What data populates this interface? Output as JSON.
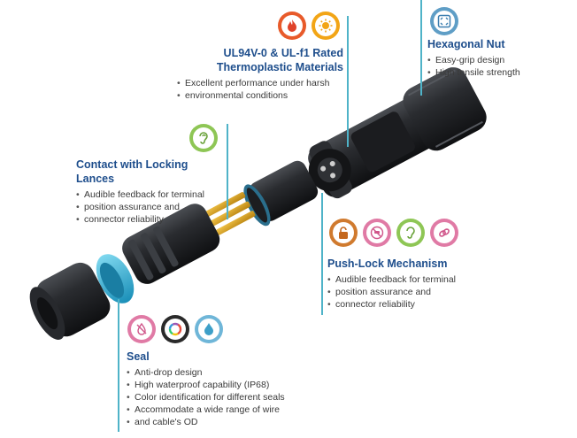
{
  "features": {
    "materials": {
      "title_line1": "UL94V-0 & UL-f1 Rated",
      "title_line2": "Thermoplastic Materials",
      "bullets": [
        "Excellent performance under harsh",
        "environmental conditions"
      ],
      "icons": [
        "flame-icon",
        "sun-icon"
      ]
    },
    "hex_nut": {
      "title": "Hexagonal Nut",
      "bullets": [
        "Easy-grip design",
        "High tensile strength"
      ],
      "icons": [
        "hexagon-nut-icon"
      ]
    },
    "contact": {
      "title": "Contact with Locking Lances",
      "bullets": [
        "Audible feedback for terminal",
        "position assurance and",
        "connector reliability"
      ],
      "icons": [
        "ear-icon"
      ]
    },
    "push_lock": {
      "title": "Push-Lock Mechanism",
      "bullets": [
        "Audible feedback for terminal",
        "position assurance and",
        "connector reliability"
      ],
      "icons": [
        "padlock-icon",
        "no-tool-icon",
        "ear-icon",
        "linked-rings-icon"
      ]
    },
    "seal": {
      "title": "Seal",
      "bullets": [
        "Anti-drop design",
        "High waterproof capability (IP68)",
        "Color identification for different seals",
        "Accommodate a wide range of wire",
        "and cable's OD"
      ],
      "icons": [
        "no-drop-icon",
        "color-ring-icon",
        "water-drop-icon"
      ]
    }
  },
  "colors": {
    "title_blue": "#1e4e8c",
    "leader_teal": "#4fb3c8",
    "connector_black": "#1d1f22",
    "gold_contact": "#d6a21d",
    "seal_cyan": "#3fb6d8"
  }
}
